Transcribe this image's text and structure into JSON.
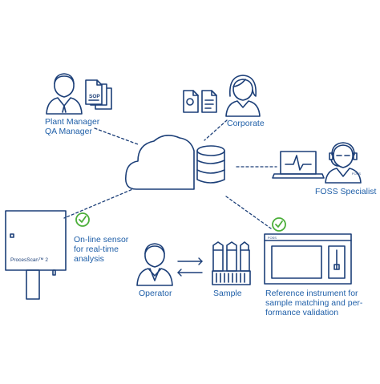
{
  "colors": {
    "line": "#1c3f78",
    "label": "#1f5fa8",
    "check": "#4caf3a",
    "dash": "#1c3f78"
  },
  "plant_manager": {
    "line1": "Plant Manager",
    "line2": "QA Manager",
    "doc_tag": "SOP"
  },
  "corporate": {
    "label": "Corporate"
  },
  "foss_specialist": {
    "label": "FOSS Specialist",
    "badge": "FOSS"
  },
  "sensor": {
    "device_label": "ProcesScan™ 2",
    "line1": "On-line sensor",
    "line2": "for real-time",
    "line3": "analysis"
  },
  "operator": {
    "label": "Operator"
  },
  "sample": {
    "label": "Sample"
  },
  "reference": {
    "line1": "Reference instrument for",
    "line2": "sample matching and per-",
    "line3": "formance validation",
    "badge": "FOSS"
  },
  "icons": [
    "person-icon",
    "sop-document-icon",
    "cloud-icon",
    "database-icon",
    "laptop-icon",
    "checkmark-icon",
    "sample-bottles-icon",
    "analyzer-icon",
    "sensor-device-icon"
  ]
}
